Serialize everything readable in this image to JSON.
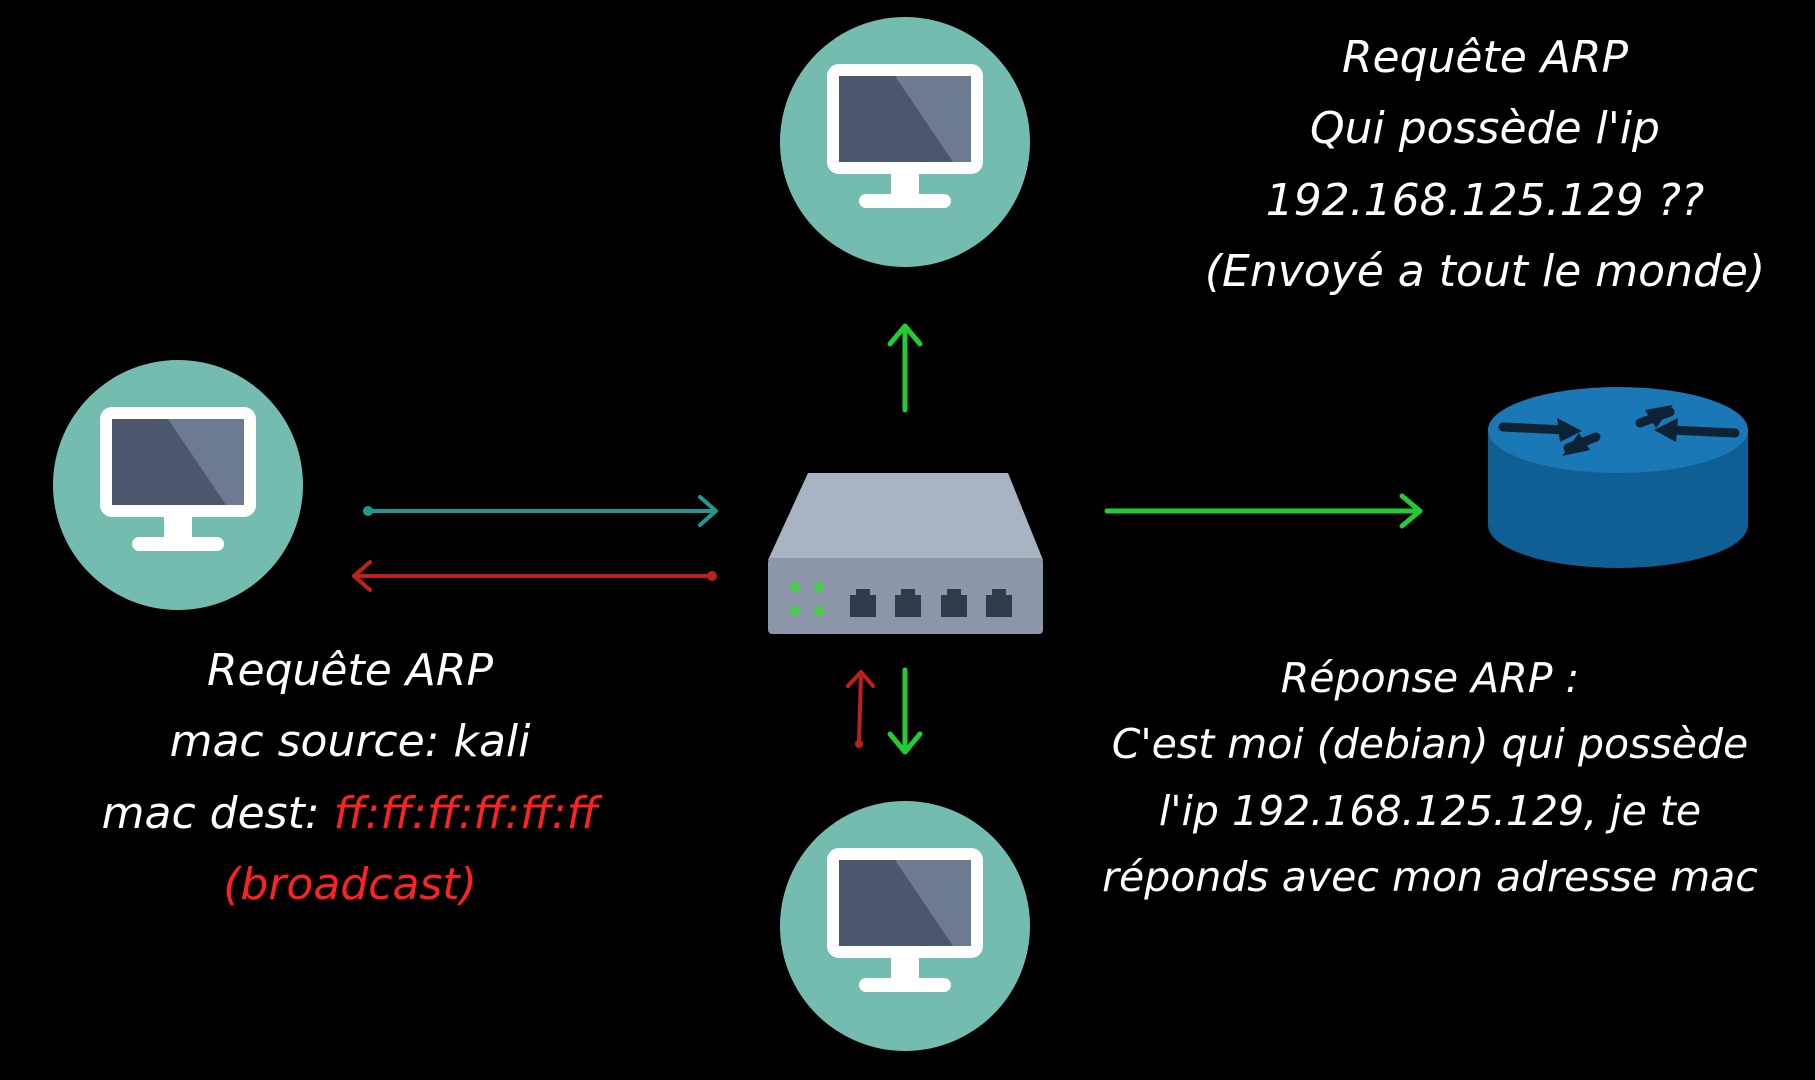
{
  "colors": {
    "background": "#000000",
    "circle": "#74bcb0",
    "arrow_green": "#22cc33",
    "arrow_teal": "#1f9a93",
    "arrow_red": "#c0201c",
    "router_blue": "#1a6fa8",
    "switch_gray": "#a8b4c3",
    "highlight_red": "#ff2222"
  },
  "icons": {
    "computer": "computer-icon",
    "switch": "network-switch-icon",
    "router": "router-icon"
  },
  "captions": {
    "top_right": {
      "line1": "Requête ARP",
      "line2": "Qui possède l'ip",
      "line3": "192.168.125.129 ??",
      "line4": "(Envoyé a tout le monde)"
    },
    "left": {
      "line1": "Requête ARP",
      "line2": "mac source: kali",
      "line3_prefix": "mac dest: ",
      "line3_mac": "ff:ff:ff:ff:ff:ff",
      "line4": "(broadcast)"
    },
    "bottom_right": {
      "line1": "Réponse ARP :",
      "line2": "C'est moi (debian) qui possède",
      "line3": "l'ip 192.168.125.129, je te",
      "line4": "réponds avec mon adresse mac"
    }
  }
}
